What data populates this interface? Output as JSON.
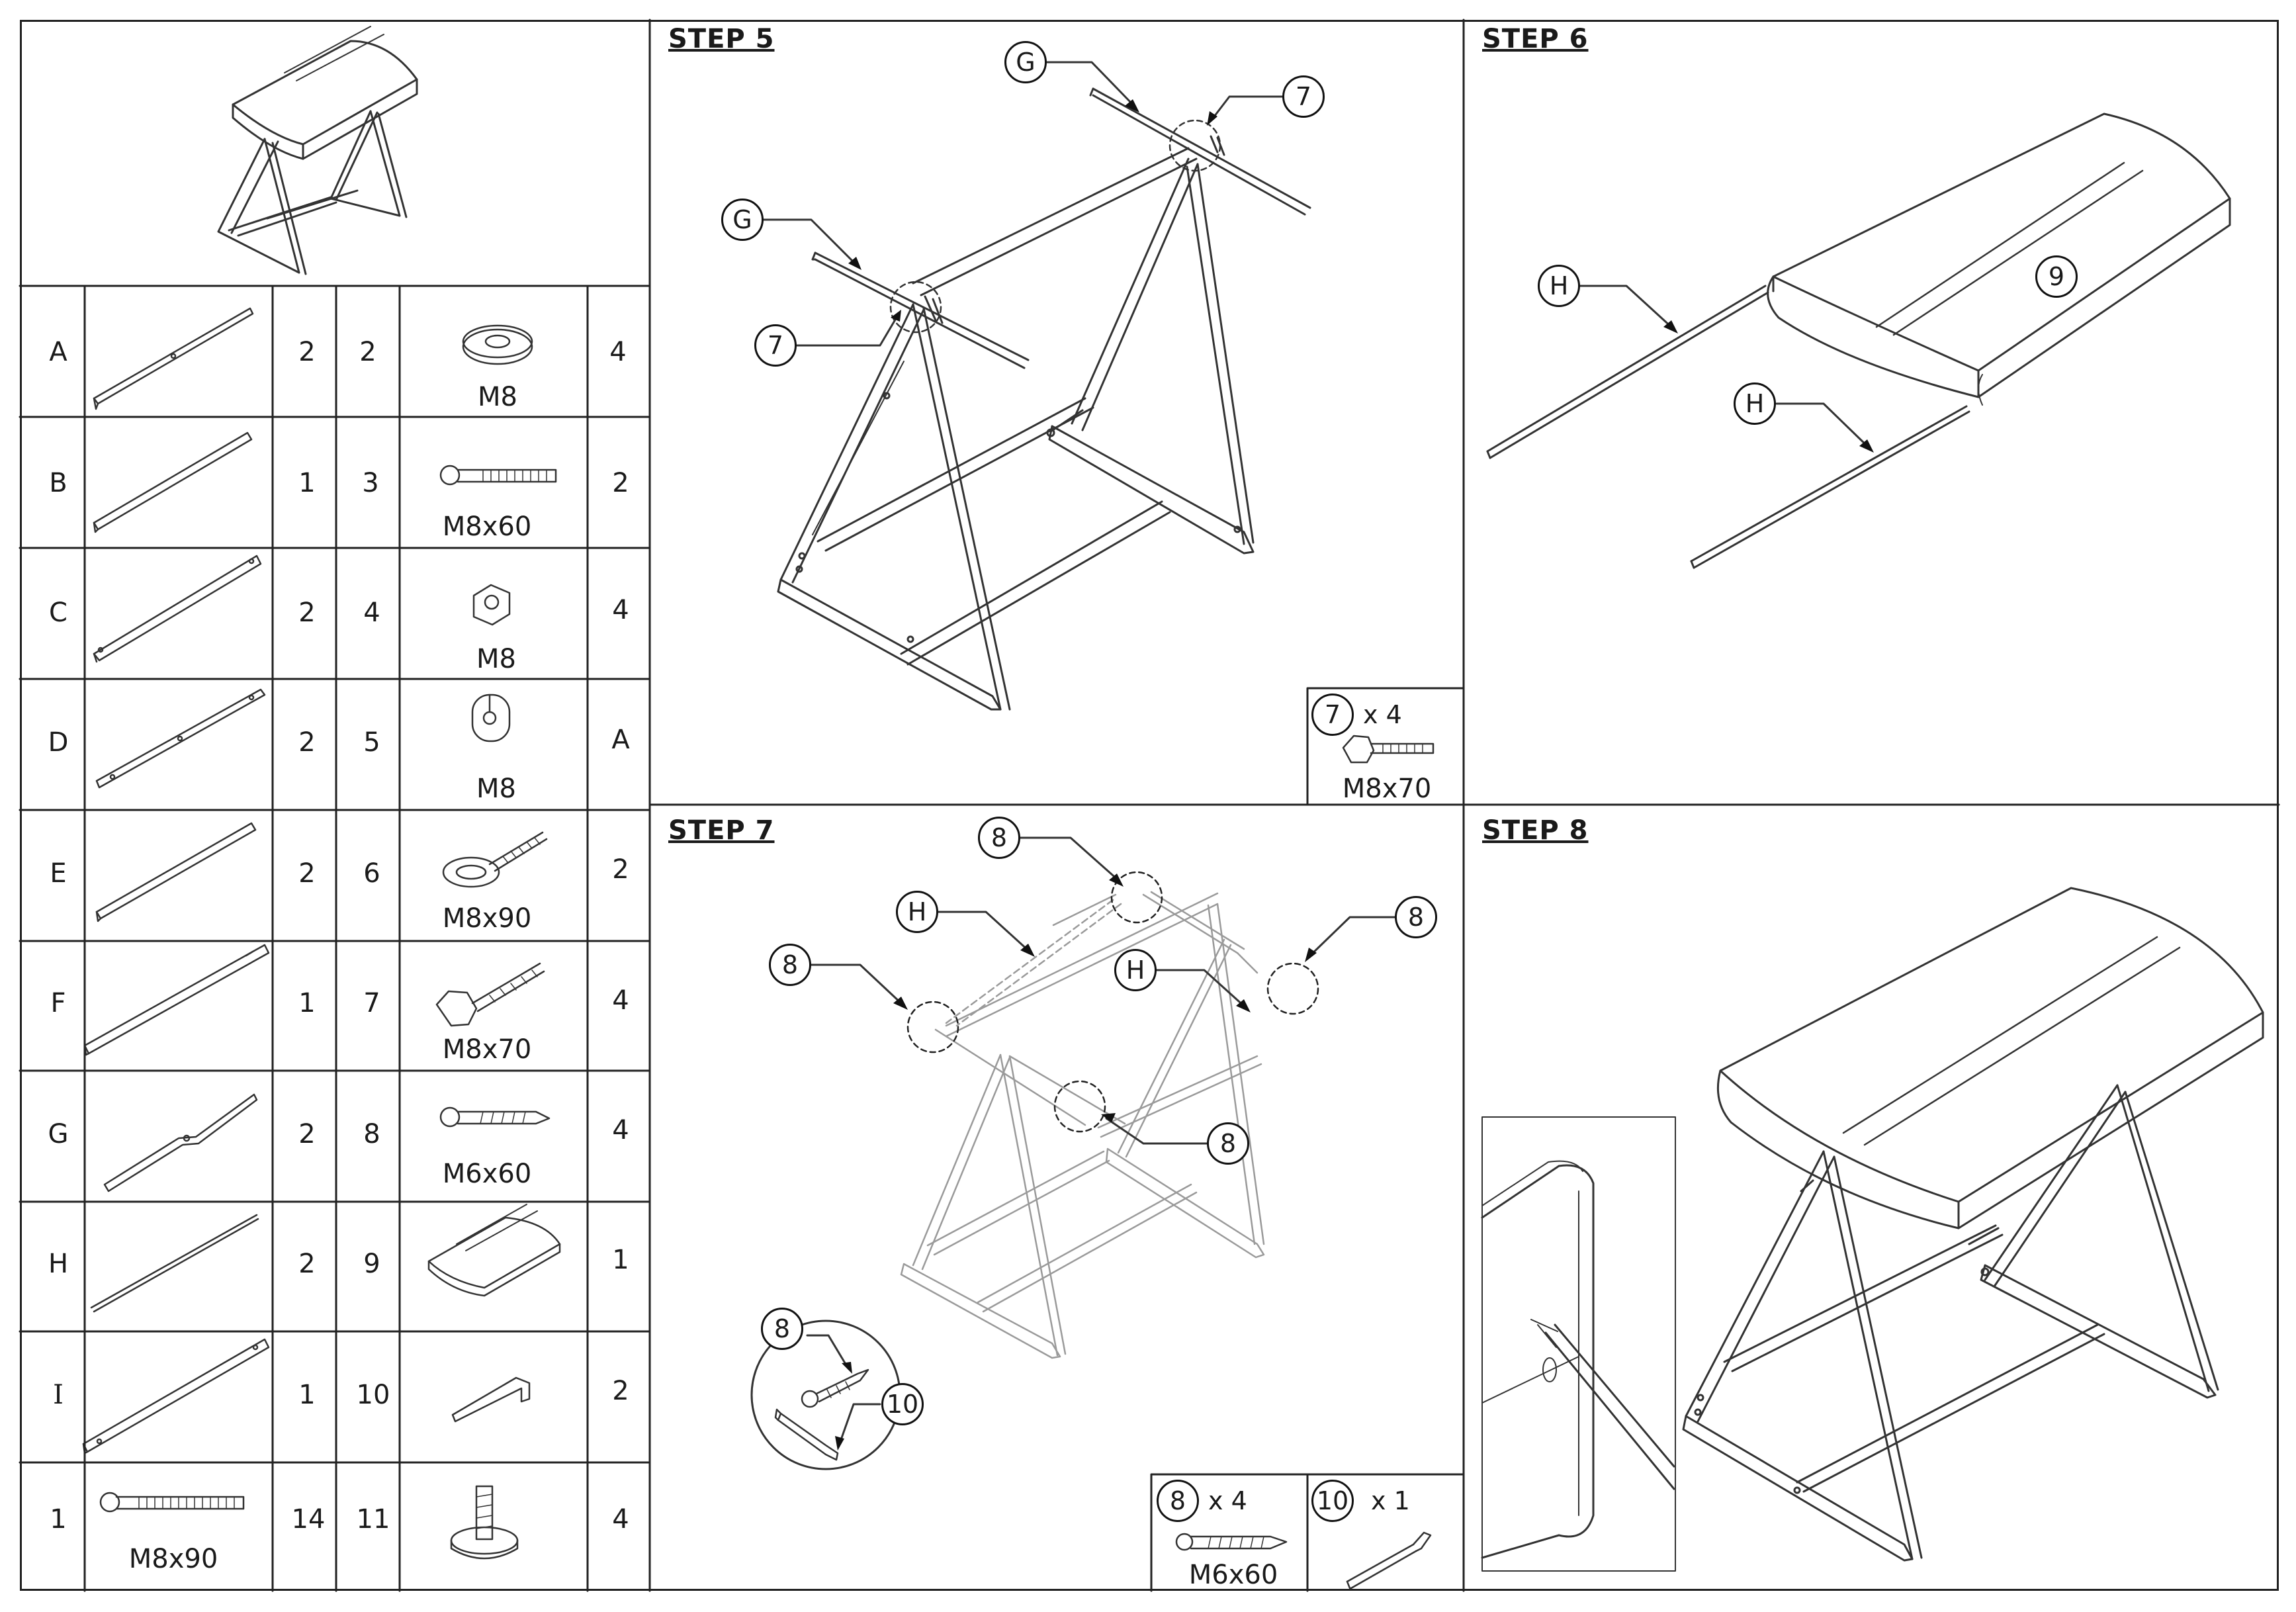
{
  "parts_table": {
    "rows": [
      {
        "part_id": "A",
        "part_qty": "2",
        "hw_id": "2",
        "hw_size": "M8",
        "hw_qty": "4",
        "hw_icon": "washer-icon"
      },
      {
        "part_id": "B",
        "part_qty": "1",
        "hw_id": "3",
        "hw_size": "M8x60",
        "hw_qty": "2",
        "hw_icon": "bolt-icon"
      },
      {
        "part_id": "C",
        "part_qty": "2",
        "hw_id": "4",
        "hw_size": "M8",
        "hw_qty": "4",
        "hw_icon": "nut-icon"
      },
      {
        "part_id": "D",
        "part_qty": "2",
        "hw_id": "5",
        "hw_size": "M8",
        "hw_qty": "A",
        "hw_icon": "barrel-nut-icon"
      },
      {
        "part_id": "E",
        "part_qty": "2",
        "hw_id": "6",
        "hw_size": "M8x90",
        "hw_qty": "2",
        "hw_icon": "eye-bolt-icon"
      },
      {
        "part_id": "F",
        "part_qty": "1",
        "hw_id": "7",
        "hw_size": "M8x70",
        "hw_qty": "4",
        "hw_icon": "knob-bolt-icon"
      },
      {
        "part_id": "G",
        "part_qty": "2",
        "hw_id": "8",
        "hw_size": "M6x60",
        "hw_qty": "4",
        "hw_icon": "wood-screw-icon"
      },
      {
        "part_id": "H",
        "part_qty": "2",
        "hw_id": "9",
        "hw_size": "",
        "hw_qty": "1",
        "hw_icon": "seat-icon"
      },
      {
        "part_id": "I",
        "part_qty": "1",
        "hw_id": "10",
        "hw_size": "",
        "hw_qty": "2",
        "hw_icon": "allen-key-icon"
      },
      {
        "part_id": "1",
        "part_qty": "14",
        "part_size": "M8x90",
        "hw_id": "11",
        "hw_size": "",
        "hw_qty": "4",
        "hw_icon": "levelling-foot-icon"
      }
    ]
  },
  "step5": {
    "title": "STEP 5",
    "callouts": [
      "G",
      "7",
      "G",
      "7"
    ],
    "hardware_box": {
      "id": "7",
      "qty": "x 4",
      "size": "M8x70"
    }
  },
  "step6": {
    "title": "STEP 6",
    "callouts": [
      "H",
      "9",
      "H"
    ]
  },
  "step7": {
    "title": "STEP 7",
    "callouts": [
      "8",
      "H",
      "8",
      "H",
      "8",
      "8",
      "8",
      "10"
    ],
    "hardware_boxes": [
      {
        "id": "8",
        "qty": "x 4",
        "size": "M6x60"
      },
      {
        "id": "10",
        "qty": "x 1",
        "size": ""
      }
    ]
  },
  "step8": {
    "title": "STEP 8"
  }
}
